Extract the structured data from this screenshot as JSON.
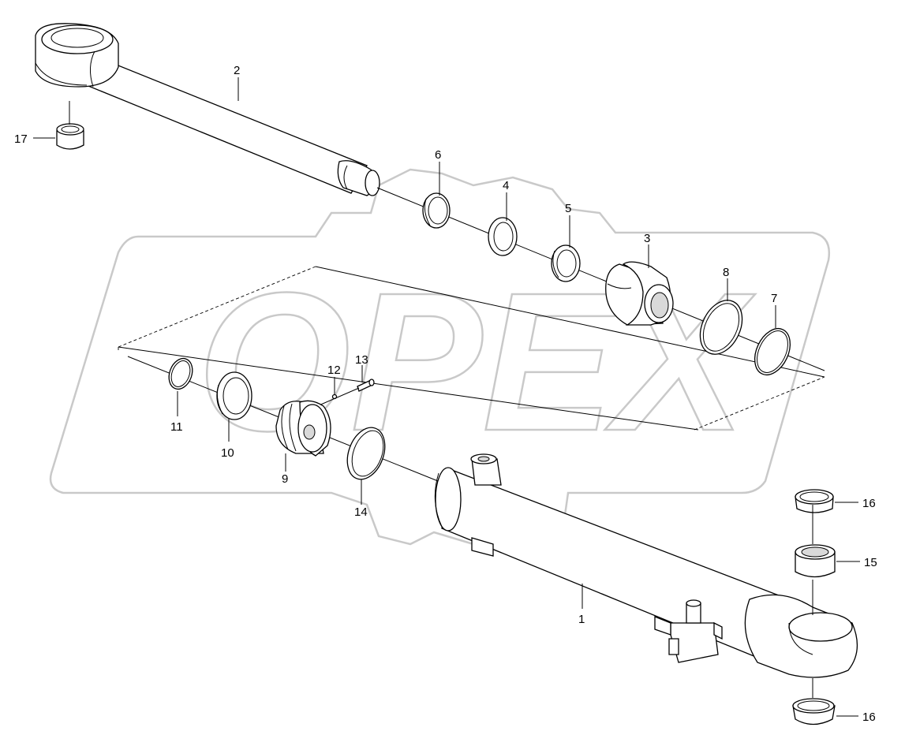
{
  "watermark": {
    "text": "OPEX"
  },
  "callouts": [
    {
      "id": "c1",
      "label": "1"
    },
    {
      "id": "c2",
      "label": "2"
    },
    {
      "id": "c3",
      "label": "3"
    },
    {
      "id": "c4",
      "label": "4"
    },
    {
      "id": "c5",
      "label": "5"
    },
    {
      "id": "c6",
      "label": "6"
    },
    {
      "id": "c7",
      "label": "7"
    },
    {
      "id": "c8",
      "label": "8"
    },
    {
      "id": "c9",
      "label": "9"
    },
    {
      "id": "c10",
      "label": "10"
    },
    {
      "id": "c11",
      "label": "11"
    },
    {
      "id": "c12",
      "label": "12"
    },
    {
      "id": "c13",
      "label": "13"
    },
    {
      "id": "c14",
      "label": "14"
    },
    {
      "id": "c15",
      "label": "15"
    },
    {
      "id": "c16a",
      "label": "16"
    },
    {
      "id": "c16b",
      "label": "16"
    },
    {
      "id": "c17",
      "label": "17"
    }
  ]
}
